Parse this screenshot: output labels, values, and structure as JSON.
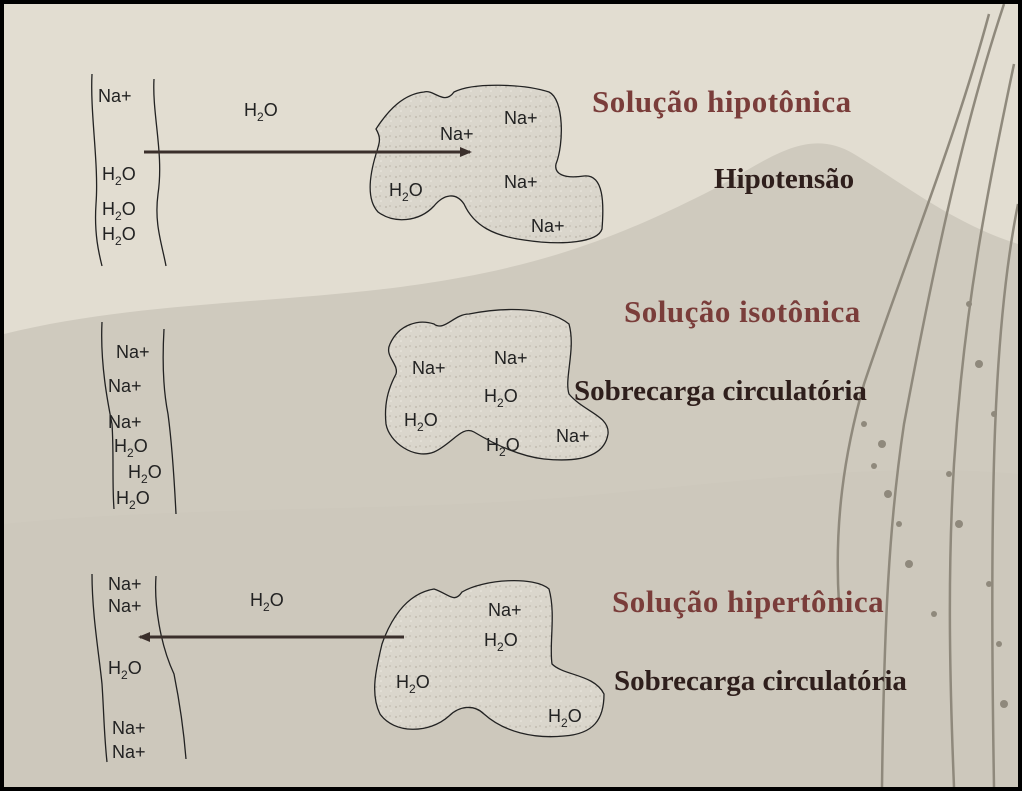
{
  "colors": {
    "title": "#7a3d3a",
    "subtitle": "#2f1f1c",
    "cell_fill": "#d9d5cc",
    "background_light": "#e3dfd4",
    "background_dark": "#cdc8bc"
  },
  "species": {
    "sodium": "Na+",
    "water_base": "H",
    "water_sub": "2",
    "water_end": "O"
  },
  "rows": [
    {
      "title": "Solução hipotônica",
      "effect": "Hipotensão",
      "outside_water": "H2O",
      "vessel_labels": [
        "Na+",
        "H2O",
        "H2O",
        "H2O"
      ],
      "cell_labels": [
        "Na+",
        "Na+",
        "H2O",
        "Na+",
        "Na+"
      ],
      "arrow": "vessel-to-cell"
    },
    {
      "title": "Solução isotônica",
      "effect": "Sobrecarga circulatória",
      "vessel_labels": [
        "Na+",
        "Na+",
        "Na+",
        "H2O",
        "H2O",
        "H2O"
      ],
      "cell_labels": [
        "Na+",
        "Na+",
        "H2O",
        "H2O",
        "H2O",
        "Na+"
      ],
      "arrow": "none"
    },
    {
      "title": "Solução hipertônica",
      "effect": "Sobrecarga circulatória",
      "outside_water": "H2O",
      "vessel_labels": [
        "Na+",
        "Na+",
        "H2O",
        "Na+",
        "Na+"
      ],
      "cell_labels": [
        "Na+",
        "H2O",
        "H2O",
        "H2O"
      ],
      "arrow": "cell-to-vessel"
    }
  ]
}
